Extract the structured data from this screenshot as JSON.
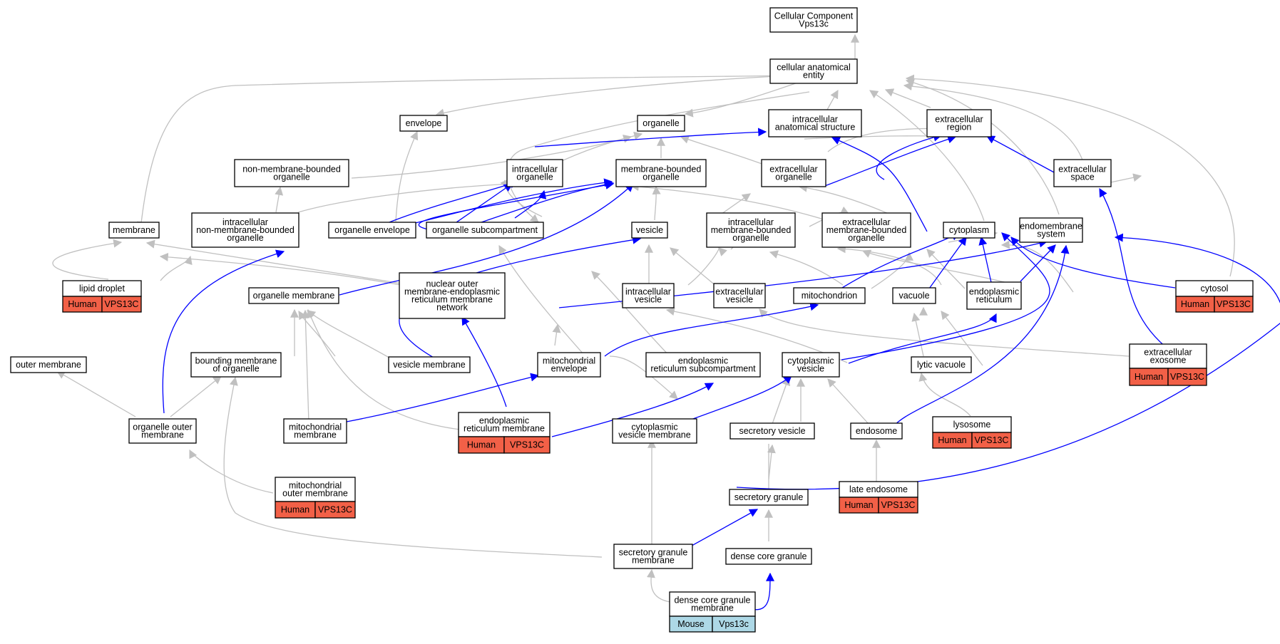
{
  "colors": {
    "is_a_edge": "#c0c0c0",
    "part_of_edge": "#0000ff",
    "human_annotation": "#f26047",
    "mouse_annotation": "#add8e6"
  },
  "nodes": {
    "cc_root": [
      "Cellular Component",
      "Vps13c"
    ],
    "cae": [
      "cellular anatomical",
      "entity"
    ],
    "envelope": [
      "envelope"
    ],
    "organelle": [
      "organelle"
    ],
    "ias": [
      "intracellular",
      "anatomical structure"
    ],
    "ecregion": [
      "extracellular",
      "region"
    ],
    "nmbo": [
      "non-membrane-bounded",
      "organelle"
    ],
    "io": [
      "intracellular",
      "organelle"
    ],
    "mbo": [
      "membrane-bounded",
      "organelle"
    ],
    "eco": [
      "extracellular",
      "organelle"
    ],
    "ecspace": [
      "extracellular",
      "space"
    ],
    "membrane": [
      "membrane"
    ],
    "inmbo": [
      "intracellular",
      "non-membrane-bounded",
      "organelle"
    ],
    "orgenv": [
      "organelle envelope"
    ],
    "orgsub": [
      "organelle subcompartment"
    ],
    "vesicle": [
      "vesicle"
    ],
    "imbo": [
      "intracellular",
      "membrane-bounded",
      "organelle"
    ],
    "embo": [
      "extracellular",
      "membrane-bounded",
      "organelle"
    ],
    "cytoplasm": [
      "cytoplasm"
    ],
    "endomem": [
      "endomembrane",
      "system"
    ],
    "lipid": [
      "lipid droplet"
    ],
    "orgmem": [
      "organelle membrane"
    ],
    "nomer": [
      "nuclear outer",
      "membrane-endoplasmic",
      "reticulum membrane",
      "network"
    ],
    "ivesicle": [
      "intracellular",
      "vesicle"
    ],
    "evesicle": [
      "extracellular",
      "vesicle"
    ],
    "mito": [
      "mitochondrion"
    ],
    "vacuole": [
      "vacuole"
    ],
    "er": [
      "endoplasmic",
      "reticulum"
    ],
    "cytosol": [
      "cytosol"
    ],
    "outermem": [
      "outer membrane"
    ],
    "bmo": [
      "bounding membrane",
      "of organelle"
    ],
    "vesmem": [
      "vesicle membrane"
    ],
    "mitoenv": [
      "mitochondrial",
      "envelope"
    ],
    "ersub": [
      "endoplasmic",
      "reticulum subcompartment"
    ],
    "cytoves": [
      "cytoplasmic",
      "vesicle"
    ],
    "lyticvac": [
      "lytic vacuole"
    ],
    "exosome": [
      "extracellular",
      "exosome"
    ],
    "oom": [
      "organelle outer",
      "membrane"
    ],
    "mitomem": [
      "mitochondrial",
      "membrane"
    ],
    "ermem": [
      "endoplasmic",
      "reticulum membrane"
    ],
    "cvm": [
      "cytoplasmic",
      "vesicle membrane"
    ],
    "secves": [
      "secretory vesicle"
    ],
    "endosome": [
      "endosome"
    ],
    "lysosome": [
      "lysosome"
    ],
    "mom": [
      "mitochondrial",
      "outer membrane"
    ],
    "secgran": [
      "secretory granule"
    ],
    "lateendo": [
      "late endosome"
    ],
    "sgm": [
      "secretory granule",
      "membrane"
    ],
    "dcg": [
      "dense core granule"
    ],
    "dcgm": [
      "dense core granule",
      "membrane"
    ]
  },
  "annotations": {
    "lipid": [
      "Human",
      "VPS13C"
    ],
    "cytosol": [
      "Human",
      "VPS13C"
    ],
    "exosome": [
      "Human",
      "VPS13C"
    ],
    "ermem": [
      "Human",
      "VPS13C"
    ],
    "lysosome": [
      "Human",
      "VPS13C"
    ],
    "mom": [
      "Human",
      "VPS13C"
    ],
    "lateendo": [
      "Human",
      "VPS13C"
    ],
    "dcgm": [
      "Mouse",
      "Vps13c"
    ]
  }
}
